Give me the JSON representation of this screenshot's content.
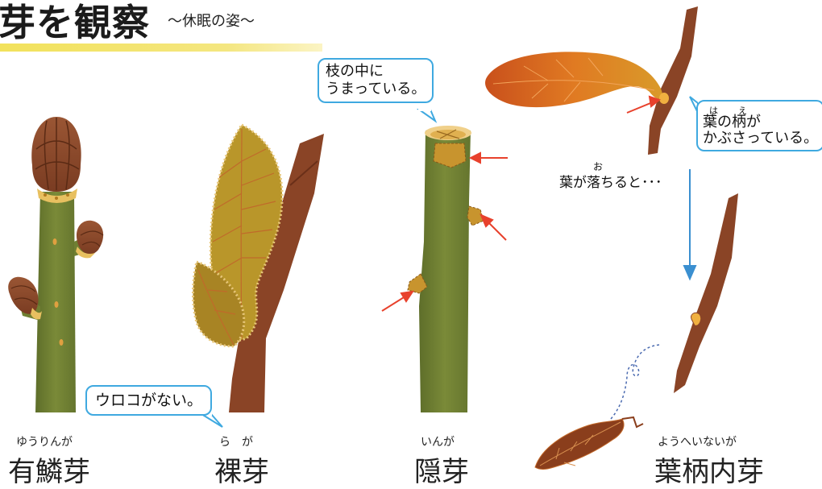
{
  "title": "芽を観察",
  "subtitle": "～休眠の姿～",
  "types": [
    {
      "ruby": "ゆうりんが",
      "name": "有鱗芽"
    },
    {
      "ruby": "ら　が",
      "name": "裸芽"
    },
    {
      "ruby": "いんが",
      "name": "隠芽"
    },
    {
      "ruby": "ようへいないが",
      "name": "葉柄内芽"
    }
  ],
  "bubbles": {
    "hidden": {
      "line1": "枝の中に",
      "line2": "うまっている。"
    },
    "naked": {
      "text": "ウロコがない。"
    },
    "petiole": {
      "ruby_ha": "は",
      "ruby_e": "え",
      "line1": "葉の柄が",
      "line2": "かぶさっている。"
    }
  },
  "falling_note": {
    "ruby": "お",
    "text": "葉が落ちると･･･"
  },
  "colors": {
    "stem_green": "#6f7f32",
    "branch_brown": "#8a4426",
    "bud_brown": "#8d4a2a",
    "arrow_red": "#e8412c",
    "callout_blue": "#3fa9e0",
    "arrow_blue": "#3a8fd0",
    "title_bar": "#f2e25c",
    "leaf_yellow": "#b9962a",
    "leaf_orange": "#d9661e"
  }
}
